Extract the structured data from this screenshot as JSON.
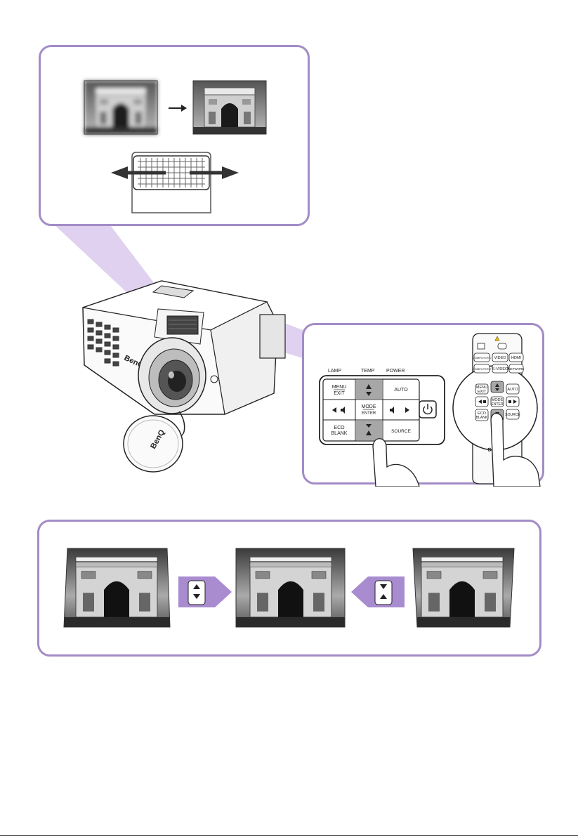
{
  "colors": {
    "frame": "#a38cc6",
    "beam": "#d9c9ec",
    "arrow": "#a98bd0",
    "key_gray": "#a7a7a7"
  },
  "projector": {
    "brand": "BenQ",
    "lens_cap_brand": "BenQ"
  },
  "control_panel": {
    "labels": {
      "lamp": "LAMP",
      "temp": "TEMP",
      "power": "POWER"
    },
    "keys": {
      "menu": "MENU",
      "exit": "EXIT",
      "auto": "AUTO",
      "mode": "MODE",
      "enter": "ENTER",
      "eco": "ECO",
      "blank": "BLANK",
      "source": "SOURCE"
    },
    "icons": [
      "keystone-up-icon",
      "keystone-down-icon",
      "left-volume-icon",
      "right-volume-icon",
      "power-icon"
    ]
  },
  "remote": {
    "brand": "BenQ",
    "buttons": {
      "computer_1": "COMPUTER 1",
      "computer_2": "COMPUTER 2",
      "video": "VIDEO",
      "svideo": "S-VIDEO",
      "hdmi": "HDMI",
      "network": "NETWORK",
      "menu": "MENU",
      "exit": "EXIT",
      "auto": "AUTO",
      "mode": "MODE",
      "enter": "ENTER",
      "eco": "ECO",
      "blank": "BLANK",
      "source": "SOURCE"
    }
  },
  "keystone_panel": {
    "images": [
      "keystone-wide-bottom",
      "corrected-rectangle",
      "keystone-wide-top"
    ]
  }
}
